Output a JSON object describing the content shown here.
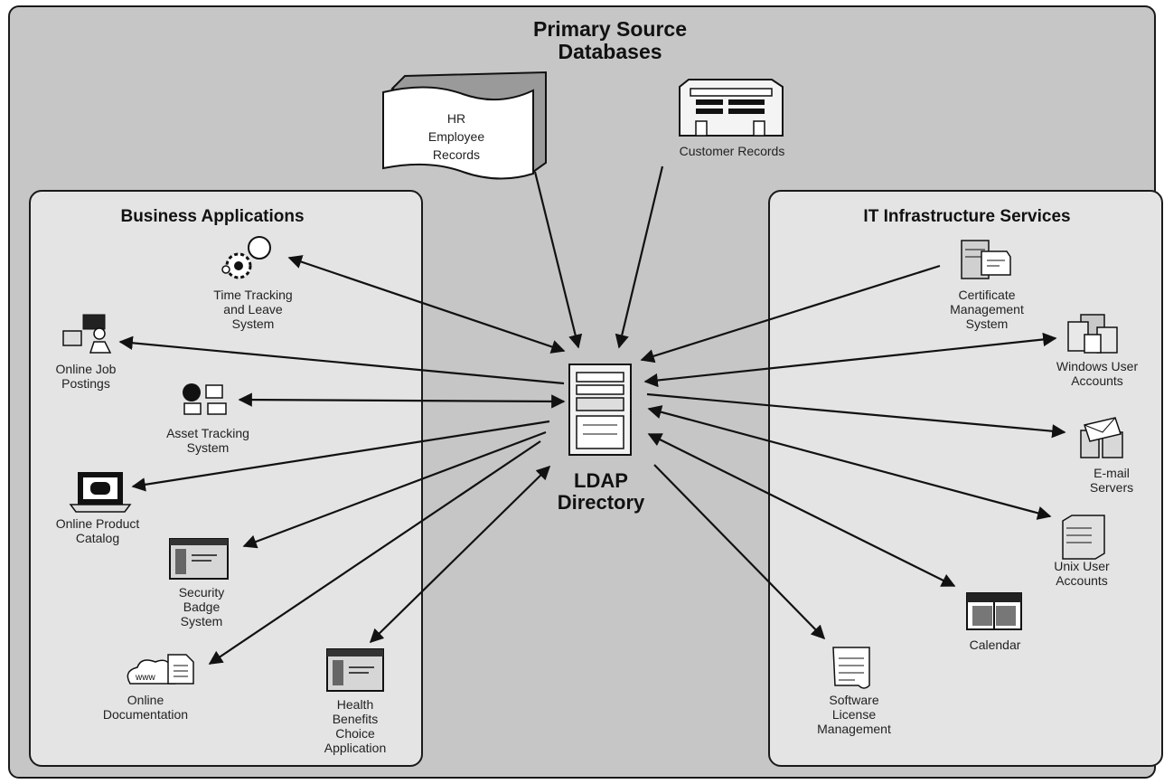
{
  "header": {
    "title_line1": "Primary Source",
    "title_line2": "Databases"
  },
  "sources": {
    "hr": {
      "line1": "HR",
      "line2": "Employee",
      "line3": "Records",
      "icon": "document-icon"
    },
    "customer": {
      "label": "Customer Records",
      "icon": "ledger-icon"
    }
  },
  "center": {
    "line1": "LDAP",
    "line2": "Directory",
    "icon": "server-tower-icon"
  },
  "business": {
    "title": "Business Applications",
    "items": [
      {
        "line1": "Time Tracking",
        "line2": "and Leave",
        "line3": "System",
        "icon": "gear-thought-icon"
      },
      {
        "line1": "Online Job",
        "line2": "Postings",
        "icon": "person-workstation-icon"
      },
      {
        "line1": "Asset Tracking",
        "line2": "System",
        "icon": "asset-network-icon"
      },
      {
        "line1": "Online Product",
        "line2": "Catalog",
        "icon": "laptop-icon"
      },
      {
        "line1": "Security",
        "line2": "Badge",
        "line3": "System",
        "icon": "app-window-icon"
      },
      {
        "line1": "Online",
        "line2": "Documentation",
        "icon": "web-document-icon"
      },
      {
        "line1": "Health",
        "line2": "Benefits",
        "line3": "Choice",
        "line4": "Application",
        "icon": "app-window-icon"
      }
    ]
  },
  "it": {
    "title": "IT Infrastructure Services",
    "items": [
      {
        "line1": "Certificate",
        "line2": "Management",
        "line3": "System",
        "icon": "certificate-server-icon"
      },
      {
        "line1": "Windows User",
        "line2": "Accounts",
        "icon": "server-cluster-icon"
      },
      {
        "line1": "E-mail",
        "line2": "Servers",
        "icon": "mail-server-icon"
      },
      {
        "line1": "Unix User",
        "line2": "Accounts",
        "icon": "server-icon"
      },
      {
        "line1": "Calendar",
        "icon": "calendar-icon"
      },
      {
        "line1": "Software",
        "line2": "License",
        "line3": "Management",
        "icon": "license-scroll-icon"
      }
    ]
  }
}
